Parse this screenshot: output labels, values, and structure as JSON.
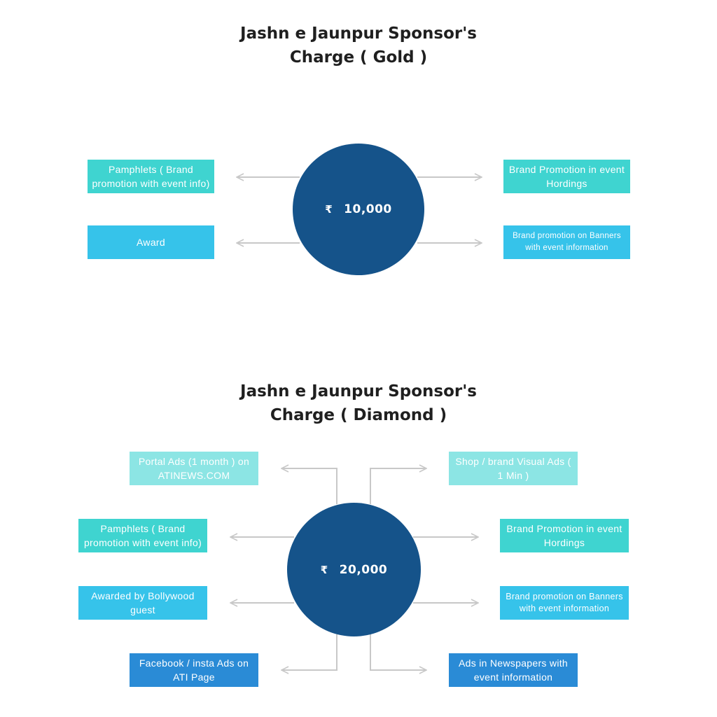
{
  "gold": {
    "title_line1": "Jashn e Jaunpur Sponsor's",
    "title_line2": "Charge ( Gold )",
    "currency": "₹",
    "amount": "10,000",
    "left": [
      "Pamphlets ( Brand promotion with event info)",
      "Award"
    ],
    "right": [
      "Brand Promotion in event Hordings",
      "Brand promotion on Banners with event information"
    ]
  },
  "diamond": {
    "title_line1": "Jashn e Jaunpur Sponsor's",
    "title_line2": "Charge ( Diamond )",
    "currency": "₹",
    "amount": "20,000",
    "top_left": "Portal Ads (1 month ) on ATINEWS.COM",
    "top_right": "Shop / brand Visual Ads ( 1 Min )",
    "left": [
      "Pamphlets ( Brand promotion with event info)",
      "Awarded by Bollywood guest"
    ],
    "right": [
      "Brand Promotion in event Hordings",
      "Brand promotion on Banners with event information"
    ],
    "bottom_left": "Facebook / insta Ads on ATI Page",
    "bottom_right": "Ads in Newspapers with event information"
  },
  "colors": {
    "circle": "#15538a",
    "teal": "#3fd4d0",
    "sky": "#36c3ea",
    "light_teal": "#8ce5e4",
    "blue": "#2a8bd6",
    "connector": "#c8c8c8"
  }
}
